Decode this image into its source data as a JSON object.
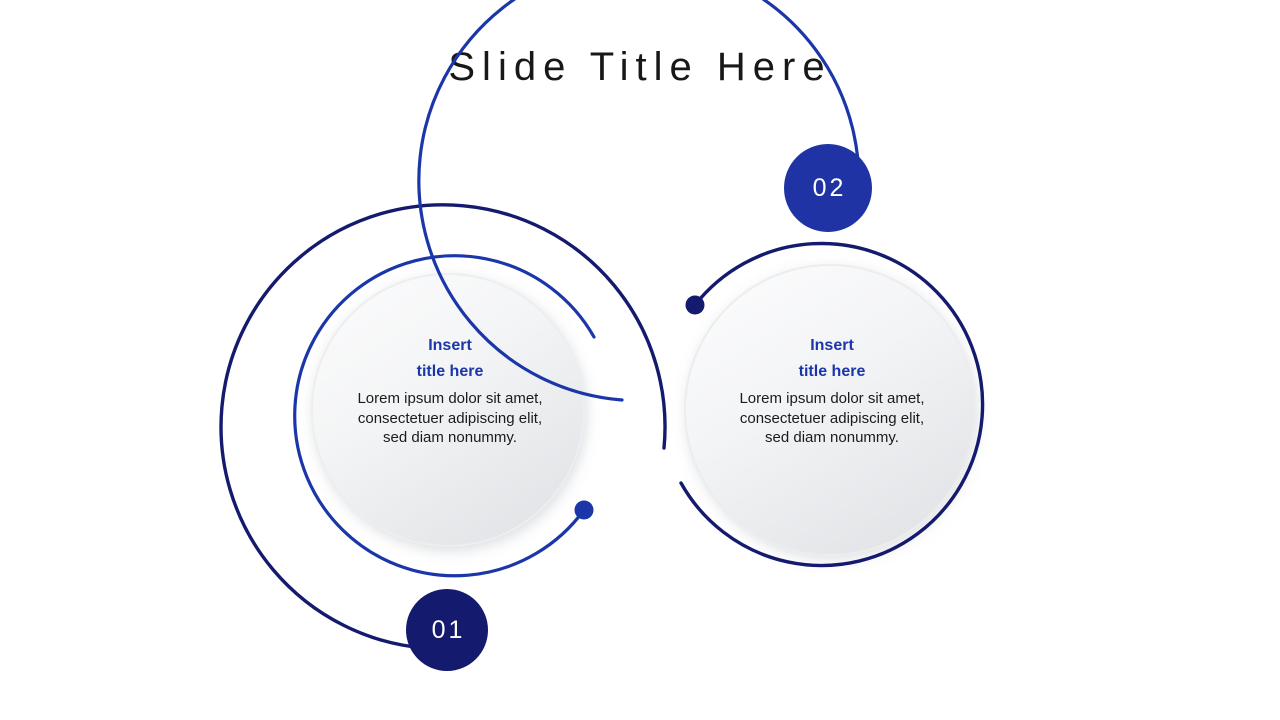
{
  "slide": {
    "title": "Slide Title Here",
    "background_color": "#ffffff"
  },
  "colors": {
    "ring_dark_navy": "#141a6e",
    "ring_blue": "#1b36a8",
    "badge_01_fill": "#141a6e",
    "badge_02_fill": "#2033a4",
    "badge_text": "#ffffff",
    "block_title_text": "#1b36a8",
    "block_body_text": "#1b1b1b",
    "disc_light": "#fbfbfc",
    "disc_dark": "#e4e6e8",
    "title_text": "#181818"
  },
  "items": [
    {
      "number": "01",
      "title_line1": "Insert",
      "title_line2": "title here",
      "body": "Lorem ipsum dolor sit amet, consectetuer adipiscing elit, sed diam nonummy."
    },
    {
      "number": "02",
      "title_line1": "Insert",
      "title_line2": "title here",
      "body": "Lorem ipsum dolor sit amet, consectetuer adipiscing elit, sed diam nonummy."
    }
  ]
}
